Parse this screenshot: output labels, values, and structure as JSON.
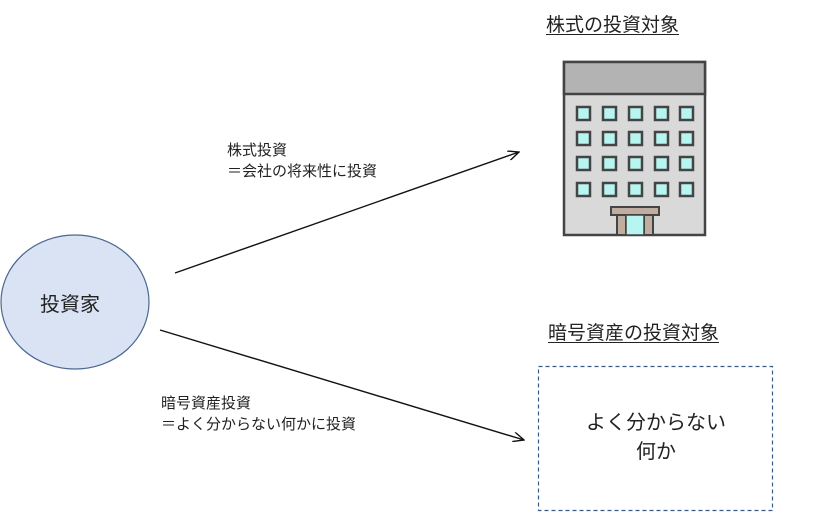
{
  "investor": {
    "label": "投資家"
  },
  "stock": {
    "heading": "株式の投資対象",
    "arrow_label_line1": "株式投資",
    "arrow_label_line2": "＝会社の将来性に投資",
    "icon": "office-building-icon"
  },
  "crypto": {
    "heading": "暗号資産の投資対象",
    "arrow_label_line1": "暗号資産投資",
    "arrow_label_line2": "＝よく分からない何かに投資",
    "box_line1": "よく分からない",
    "box_line2": "何か"
  },
  "colors": {
    "investor_fill": "#dae3f3",
    "investor_stroke": "#4a6890",
    "box_stroke": "#3b5a88",
    "building_roof": "#b3b3b3",
    "building_body": "#d9d9d9",
    "window": "#b7f5f0"
  }
}
